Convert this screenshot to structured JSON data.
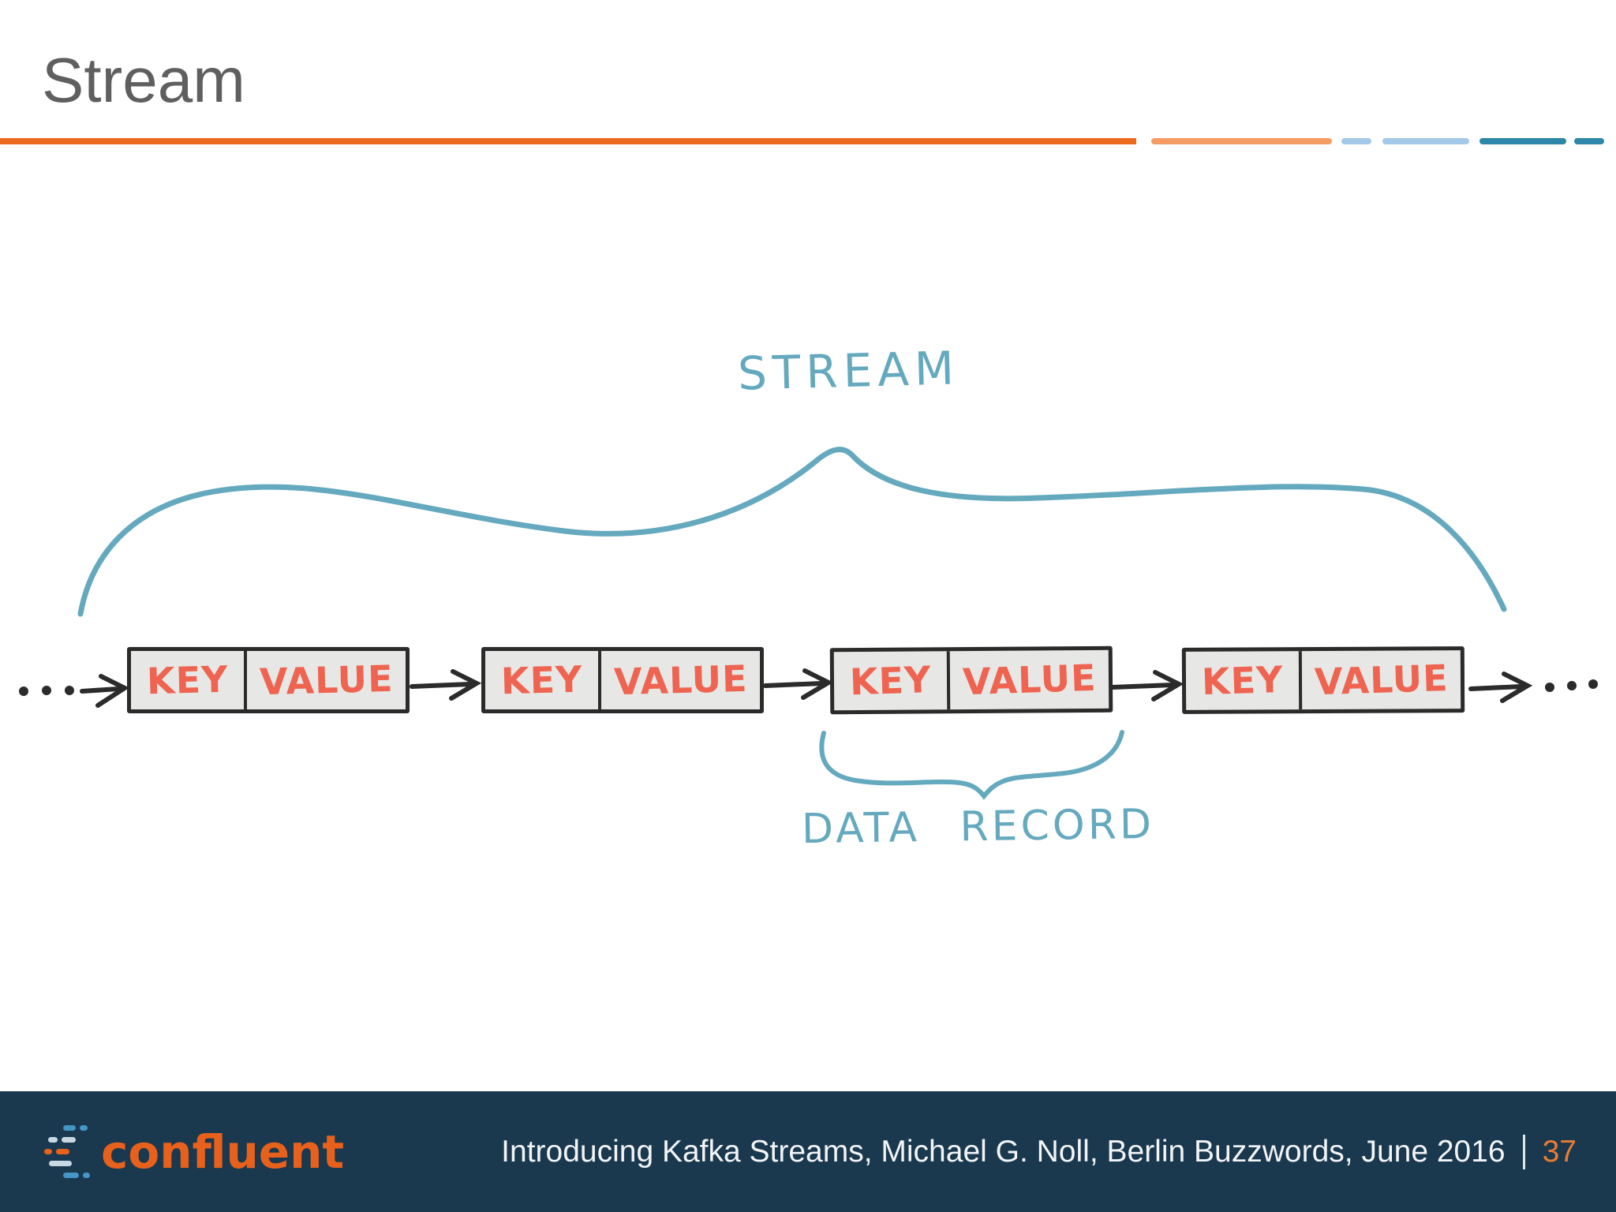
{
  "slide": {
    "title": "Stream",
    "footer_text": "Introducing Kafka Streams, Michael G. Noll, Berlin Buzzwords, June 2016",
    "page_number": "37",
    "brand": "confluent"
  },
  "diagram": {
    "stream_label": "STREAM",
    "data_record_label": "DATA RECORD",
    "leading_ellipsis": "...",
    "trailing_ellipsis": "...",
    "records": [
      {
        "key": "KEY",
        "value": "VALUE"
      },
      {
        "key": "KEY",
        "value": "VALUE"
      },
      {
        "key": "KEY",
        "value": "VALUE"
      },
      {
        "key": "KEY",
        "value": "VALUE"
      }
    ]
  },
  "colors": {
    "accent-orange": "#ED6B21",
    "title-gray": "#5F5F5F",
    "sketch-teal": "#64A9BE",
    "record-text": "#EF6450",
    "record-fill": "#E7E7E5",
    "record-border": "#2B2B2B",
    "ink": "#2B2B2B",
    "footer-bg": "#1A384E",
    "footer-text": "#F2F4F6",
    "page-number-orange": "#E87C33",
    "logo-orange": "#E8611C",
    "logo-blue": "#4595C6",
    "logo-light": "#C7D8E4",
    "dash-salmon": "#F59B64",
    "dash-lightblue": "#A3C8E8",
    "dash-blue": "#2C87A8"
  }
}
